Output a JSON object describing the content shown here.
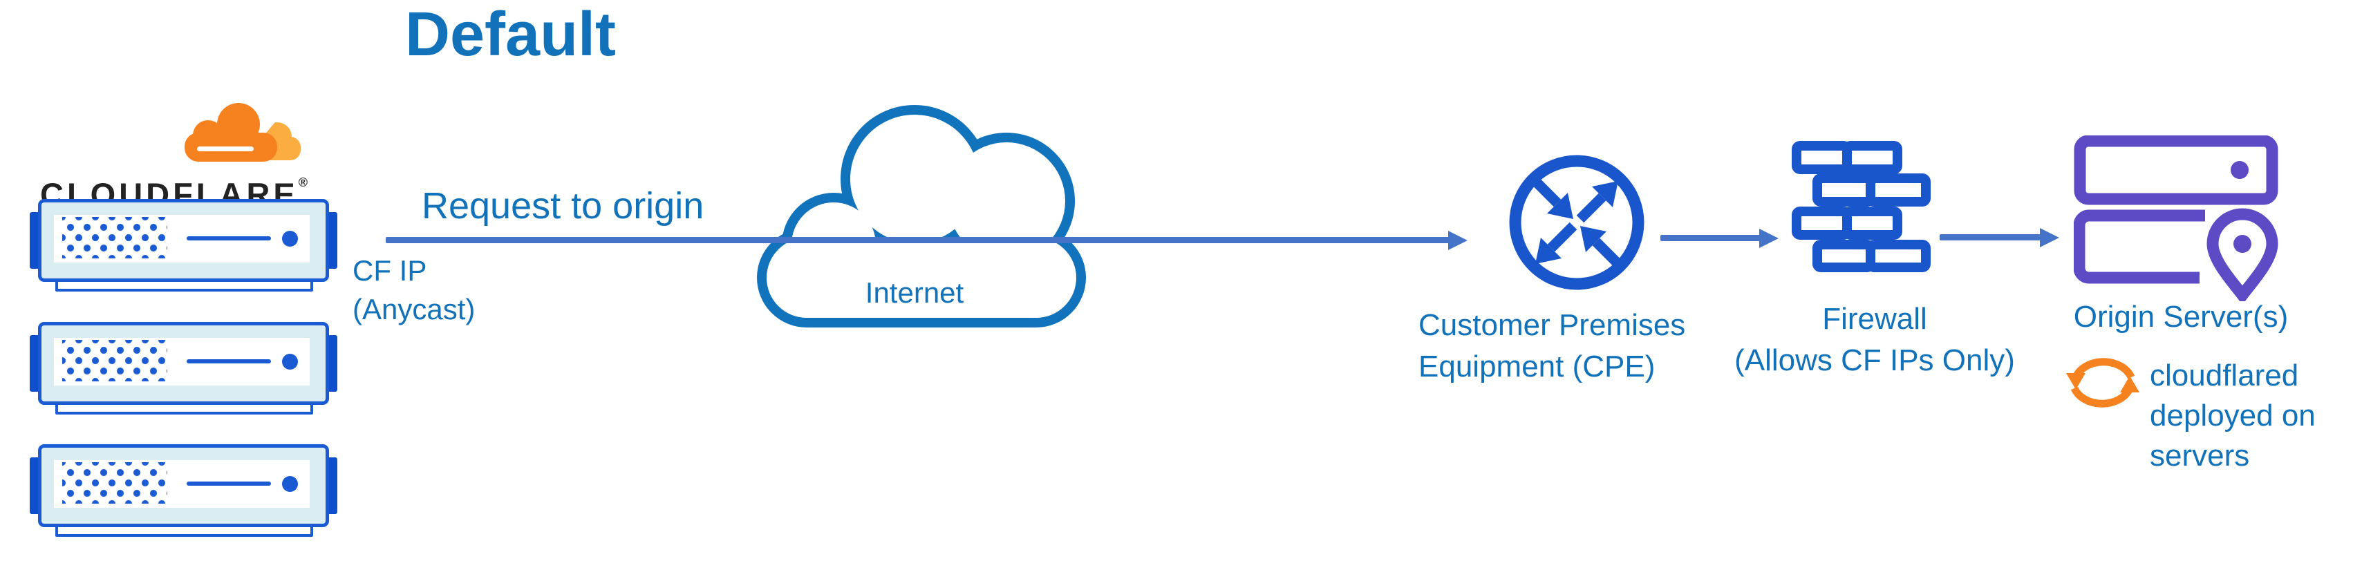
{
  "title": "Default",
  "nodes": {
    "cloudflare": {
      "wordmark": "CLOUDFLARE",
      "registered_mark": "®",
      "icon": "cloudflare-logo-cloud",
      "server_count": 3
    },
    "internet": {
      "label": "Internet",
      "icon": "internet-cloud"
    },
    "cpe": {
      "label_line1": "Customer Premises",
      "label_line2": "Equipment (CPE)",
      "icon": "router-circle-arrows"
    },
    "firewall": {
      "label_line1": "Firewall",
      "label_line2": "(Allows CF IPs Only)",
      "icon": "brick-wall"
    },
    "origin": {
      "label": "Origin Server(s)",
      "icon": "servers-with-location-pin"
    },
    "cloudflared": {
      "label_line1": "cloudflared",
      "label_line2": "deployed on",
      "label_line3": "servers",
      "icon": "sync-arrows"
    }
  },
  "edges": {
    "request": {
      "label": "Request to origin",
      "sublabel_line1": "CF IP",
      "sublabel_line2": "(Anycast)"
    }
  },
  "colors": {
    "text_blue": "#1172BA",
    "arrow_blue": "#4573C8",
    "icon_blue": "#1A56CB",
    "server_blue": "#1A5BD3",
    "server_tab_blue": "#0E4FCB",
    "server_light_cyan": "#D9EDF3",
    "cloud_outline_blue": "#1273BD",
    "origin_purple": "#5D4BC6",
    "cf_orange": "#F6821F",
    "cf_orange_light": "#FBAD41",
    "wordmark_dark": "#232323",
    "background": "#FFFFFF"
  }
}
